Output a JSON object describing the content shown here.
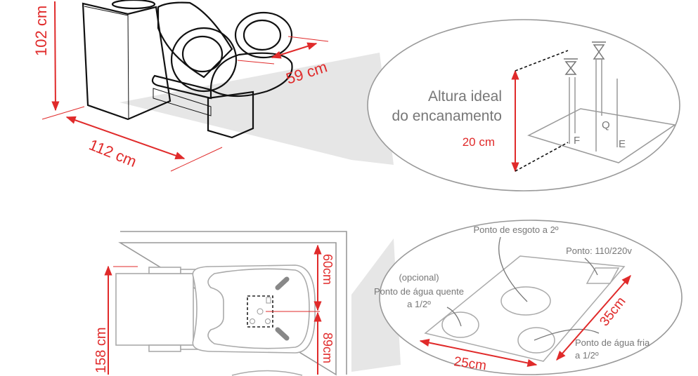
{
  "colors": {
    "accent": "#e02a2a",
    "label_grey": "#777777",
    "shadow": "#e6e6e6"
  },
  "side_view": {
    "height_dim": "102 cm",
    "length_dim": "112 cm",
    "width_dim": "59 cm"
  },
  "plumbing_detail": {
    "title_line1": "Altura ideal",
    "title_line2": "do encanamento",
    "height_dim": "20 cm",
    "labels": {
      "f": "F",
      "q": "Q",
      "e": "E"
    }
  },
  "top_view": {
    "dim_60": "60cm",
    "dim_89": "89cm",
    "dim_158": "158 cm"
  },
  "floor_detail": {
    "sewer_point": "Ponto de esgoto a 2º",
    "power_point": "Ponto: 110/220v",
    "hot_water_optional": "(opcional)",
    "hot_water_line1": "Ponto de água quente",
    "hot_water_line2": "a 1/2º",
    "cold_water_line1": "Ponto de água fria",
    "cold_water_line2": "a 1/2º",
    "width_dim": "25cm",
    "depth_dim": "35cm"
  }
}
